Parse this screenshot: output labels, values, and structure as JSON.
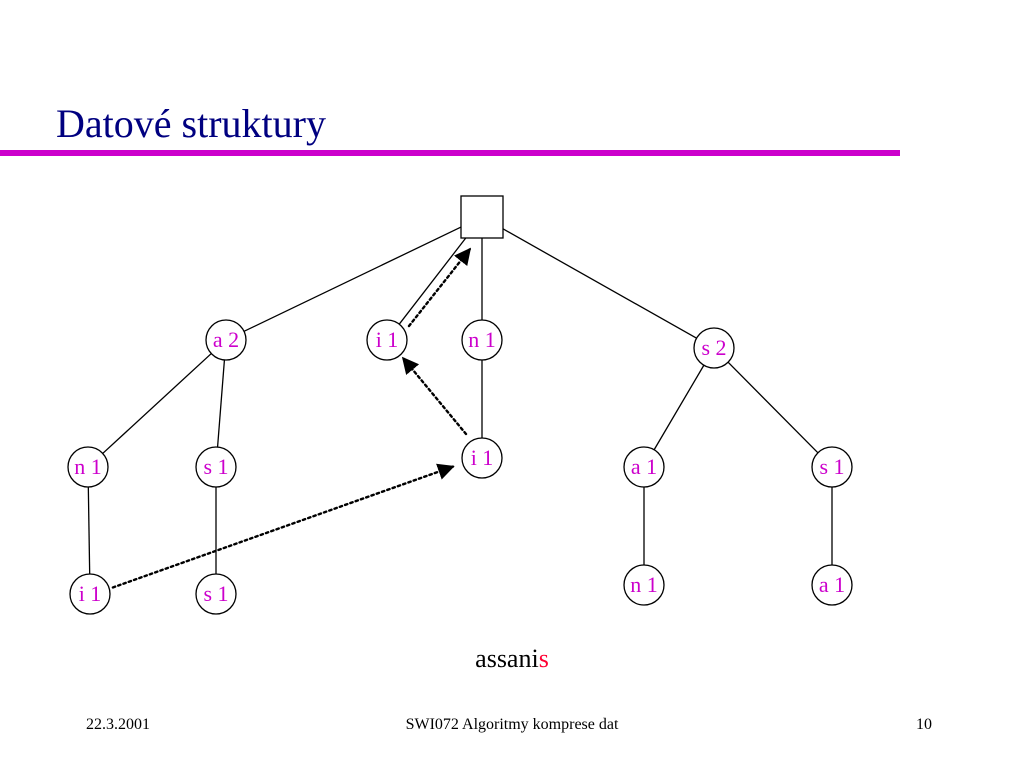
{
  "slide": {
    "title": "Datové struktury"
  },
  "colors": {
    "title": "#000080",
    "rule": "#cc00cc",
    "node_text": "#cc00cc",
    "highlight": "#ff0033",
    "line": "#000000"
  },
  "diagram": {
    "nodes": [
      {
        "id": "root",
        "label": ""
      },
      {
        "id": "a2",
        "label": "a 2"
      },
      {
        "id": "i1_top",
        "label": "i 1"
      },
      {
        "id": "n1_top",
        "label": "n 1"
      },
      {
        "id": "s2",
        "label": "s 2"
      },
      {
        "id": "n1_left",
        "label": "n 1"
      },
      {
        "id": "s1_left",
        "label": "s 1"
      },
      {
        "id": "i1_mid",
        "label": "i 1"
      },
      {
        "id": "a1_right",
        "label": "a 1"
      },
      {
        "id": "s1_right",
        "label": "s 1"
      },
      {
        "id": "i1_bottom",
        "label": "i 1"
      },
      {
        "id": "s1_bottom",
        "label": "s 1"
      },
      {
        "id": "n1_bottom",
        "label": "n 1"
      },
      {
        "id": "a1_bottom",
        "label": "a 1"
      }
    ],
    "edges": [
      [
        "root",
        "a2"
      ],
      [
        "root",
        "i1_top"
      ],
      [
        "root",
        "n1_top"
      ],
      [
        "root",
        "s2"
      ],
      [
        "a2",
        "n1_left"
      ],
      [
        "a2",
        "s1_left"
      ],
      [
        "n1_top",
        "i1_mid"
      ],
      [
        "s2",
        "a1_right"
      ],
      [
        "s2",
        "s1_right"
      ],
      [
        "n1_left",
        "i1_bottom"
      ],
      [
        "s1_left",
        "s1_bottom"
      ],
      [
        "a1_right",
        "n1_bottom"
      ],
      [
        "s1_right",
        "a1_bottom"
      ]
    ],
    "suffix_links": [
      [
        "i1_top",
        "root"
      ],
      [
        "i1_mid",
        "i1_top"
      ],
      [
        "i1_bottom",
        "i1_mid"
      ]
    ]
  },
  "caption": {
    "prefix": "assani",
    "highlight": "s"
  },
  "footer": {
    "date": "22.3.2001",
    "course": "SWI072 Algoritmy komprese dat",
    "page": "10"
  }
}
